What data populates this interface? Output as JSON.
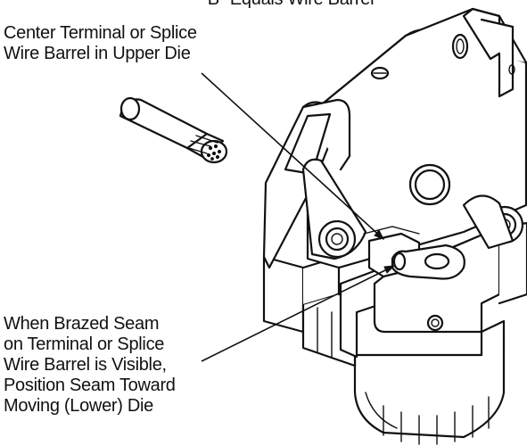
{
  "caption_top": "\"B\" Equals Wire Barrel",
  "callout_upper": {
    "lines": [
      "Center Terminal or Splice",
      "Wire Barrel in Upper Die"
    ]
  },
  "callout_lower": {
    "lines": [
      "When Brazed Seam",
      "on Terminal or Splice",
      "Wire Barrel is Visible,",
      "Position Seam Toward",
      "Moving (Lower) Die"
    ]
  }
}
